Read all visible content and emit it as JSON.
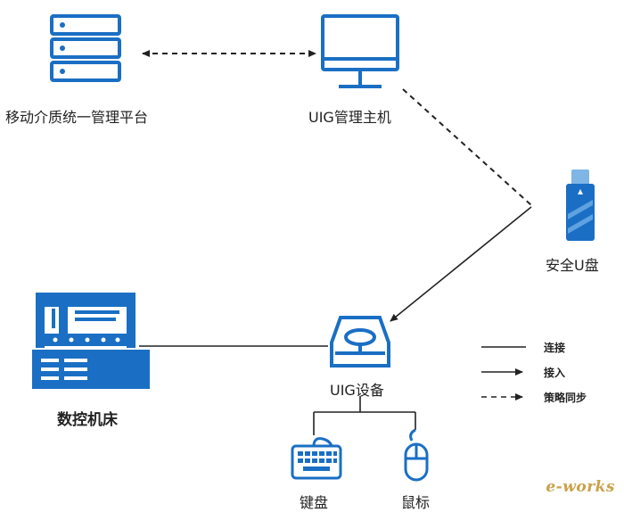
{
  "nodes": {
    "platform": {
      "label": "移动介质统一管理平台",
      "icon": "server-stack-icon"
    },
    "host": {
      "label": "UIG管理主机",
      "icon": "monitor-icon"
    },
    "usb": {
      "label": "安全U盘",
      "icon": "usb-drive-icon"
    },
    "machine": {
      "label": "数控机床",
      "icon": "cnc-machine-icon"
    },
    "device": {
      "label": "UIG设备",
      "icon": "uig-device-icon"
    },
    "keyboard": {
      "label": "键盘",
      "icon": "keyboard-icon"
    },
    "mouse": {
      "label": "鼠标",
      "icon": "mouse-icon"
    }
  },
  "legend": {
    "connect": "连接",
    "access": "接入",
    "sync": "策略同步"
  },
  "watermark": {
    "logo": "e-works"
  },
  "colors": {
    "primary": "#1a6fc4",
    "line": "#222222",
    "accent": "#e08a2a"
  }
}
